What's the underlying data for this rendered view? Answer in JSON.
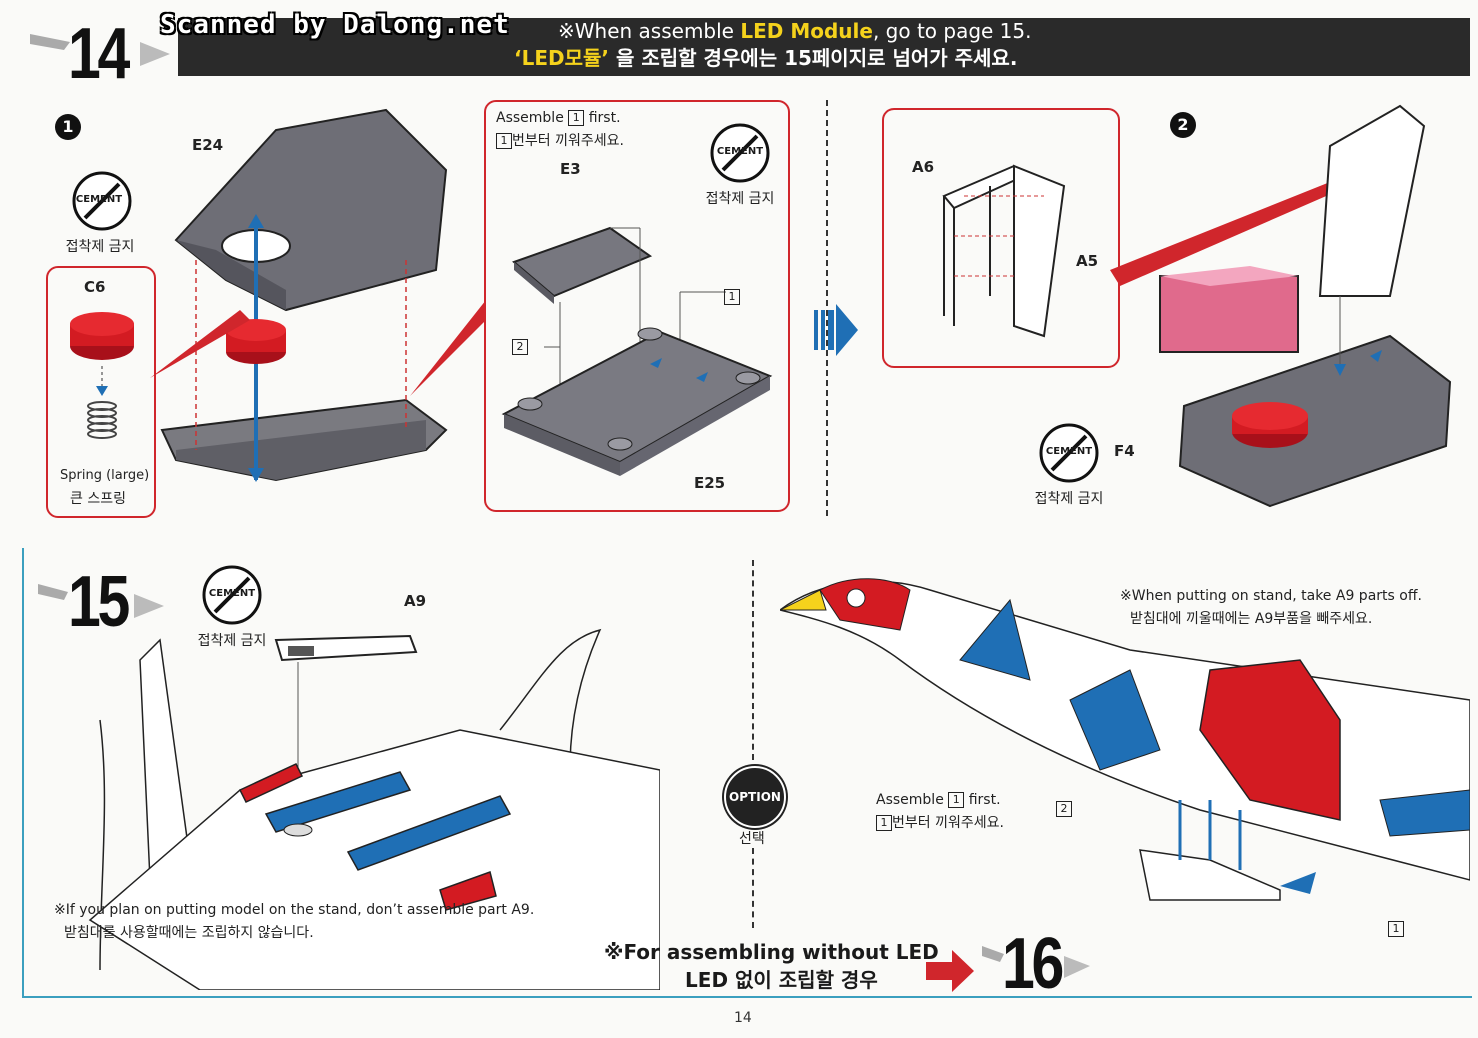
{
  "header": {
    "step_14": "14",
    "scan_credit": "Scanned by Dalong.net",
    "banner_line1_pre": "※When assemble ",
    "banner_line1_hl": "LED Module",
    "banner_line1_post": ", go to page 15.",
    "banner_line2_hl": "‘LED모듈’",
    "banner_line2_post": " 을 조립할 경우에는 15페이지로 넘어가 주세요."
  },
  "step14": {
    "sub1": "1",
    "sub2": "2",
    "cement_text": "CEMENT",
    "no_glue_ko": "접착제 금지",
    "parts": {
      "e24": "E24",
      "c6": "C6",
      "spring_en": "Spring (large)",
      "spring_ko": "큰 스프링",
      "e3": "E3",
      "e25": "E25",
      "a6": "A6",
      "a5": "A5",
      "f4": "F4"
    },
    "assemble_first_en_pre": "Assemble ",
    "assemble_first_en_post": " first.",
    "assemble_first_ko": "번부터 끼워주세요.",
    "box1": "1",
    "box2": "2"
  },
  "step15": {
    "step_15": "15",
    "part_a9": "A9",
    "note_en": "※If you plan on putting model on the stand, don’t assemble part A9.",
    "note_ko": "받침대를 사용할때에는 조립하지 않습니다.",
    "option_label": "OPTION",
    "option_ko": "선택",
    "stand_note_en": "※When putting on stand, take A9 parts off.",
    "stand_note_ko": "받침대에 끼울때에는 A9부품을 빼주세요.",
    "without_led_en": "※For assembling without LED",
    "without_led_ko": "LED 없이 조립할 경우",
    "step_16": "16"
  },
  "footer": {
    "page_number": "14"
  },
  "colors": {
    "accent_red": "#d0262c",
    "banner_bg": "#2a2a2a",
    "highlight_yellow": "#f5d21c",
    "blue": "#1f6fb5",
    "frame_cyan": "#3b9fbf"
  }
}
